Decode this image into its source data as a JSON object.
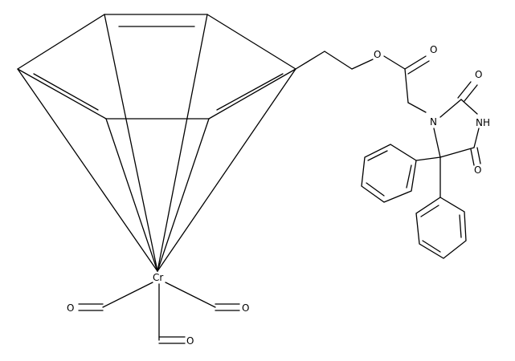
{
  "molecule": {
    "atom_labels": {
      "cr": "Cr",
      "co_oxygen_left": "O",
      "co_oxygen_right": "O",
      "co_oxygen_bottom": "O",
      "ester_ether_o": "O",
      "ester_carbonyl_o": "O",
      "n1": "N",
      "n3h": "NH",
      "c2_carbonyl_o": "O",
      "c4_carbonyl_o": "O"
    }
  }
}
